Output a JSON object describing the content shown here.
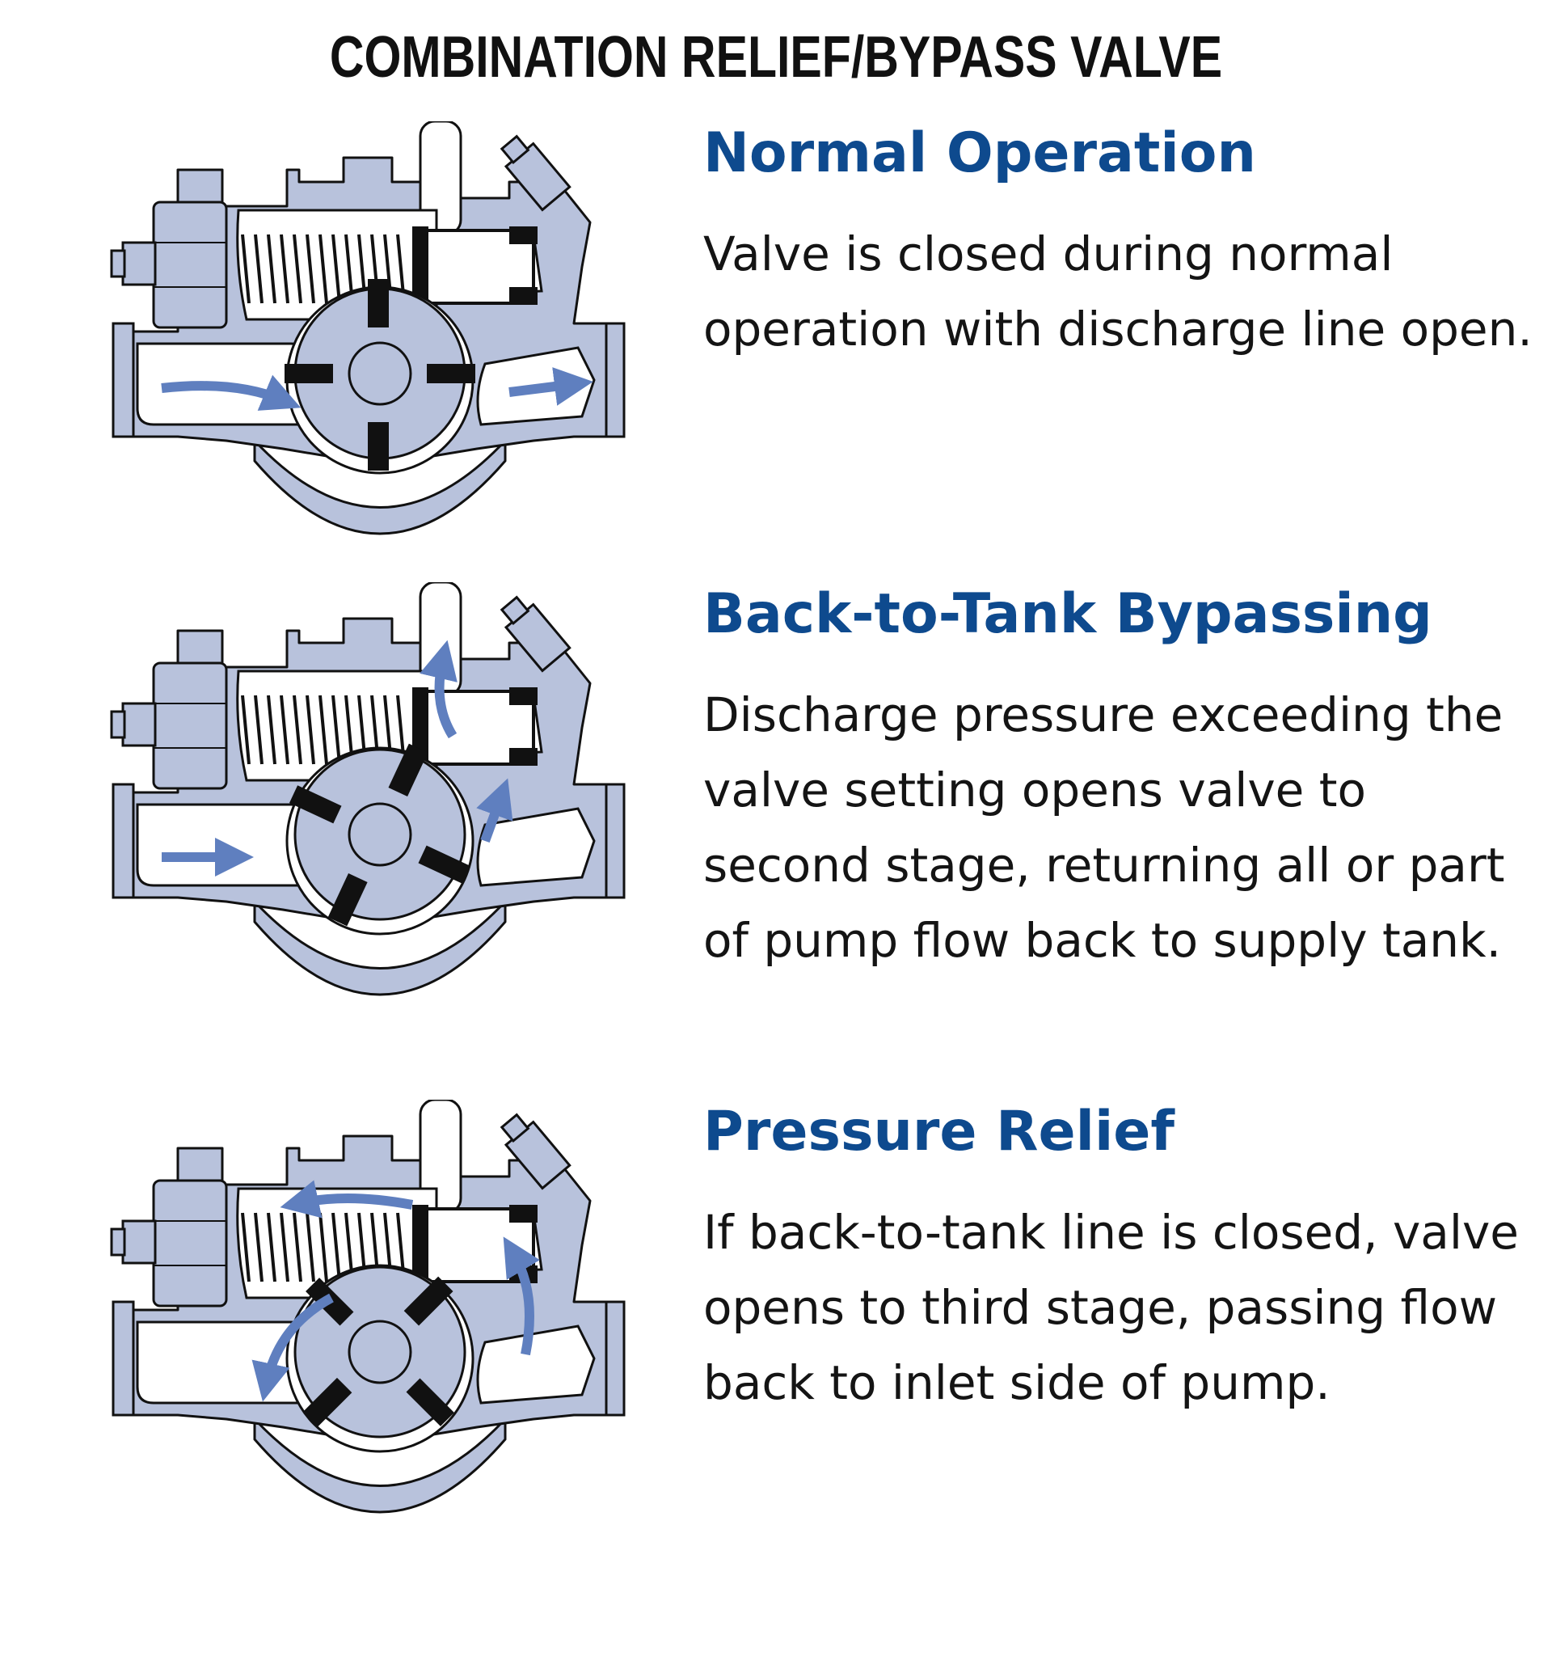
{
  "page": {
    "title": "COMBINATION RELIEF/BYPASS VALVE"
  },
  "sections": [
    {
      "heading": "Normal Operation",
      "body": "Valve is closed during normal operation with discharge line open.",
      "flow": "inlet-to-discharge"
    },
    {
      "heading": "Back-to-Tank Bypassing",
      "body": "Discharge pressure exceeding the valve setting opens valve to second stage, returning all or part of pump flow back to supply tank.",
      "flow": "bypass-to-tank"
    },
    {
      "heading": "Pressure Relief",
      "body": "If back-to-tank line is closed, valve opens to third stage, passing flow back to inlet side of pump.",
      "flow": "relief-to-inlet"
    }
  ],
  "colors": {
    "heading": "#0e4a8e",
    "body_fill": "#b8c2dc",
    "arrow": "#5f7fbf",
    "outline": "#111111"
  }
}
